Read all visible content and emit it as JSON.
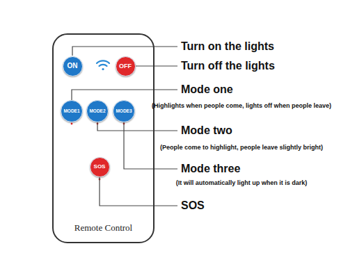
{
  "diagram": {
    "nodes": [
      {
        "text": [
          "Remote Control"
        ]
      },
      {
        "text": [
          "ON"
        ],
        "in": 0
      },
      {
        "text": [
          "OFF"
        ],
        "in": 0
      },
      {
        "text": [
          "MODE1"
        ],
        "in": 0
      },
      {
        "text": [
          "MODE2"
        ],
        "in": 0
      },
      {
        "text": [
          "MODE3"
        ],
        "in": 0
      },
      {
        "text": [
          "SOS"
        ],
        "in": 0
      }
    ],
    "labels": [
      "Turn on the lights",
      "Turn off the lights",
      "Mode one",
      "(Highlights when people come, lights off when people leave)",
      "Mode two",
      "(People come to highlight, people leave slightly bright)",
      "Mode three",
      "(It will automatically light up when it is dark)",
      "SOS"
    ]
  }
}
